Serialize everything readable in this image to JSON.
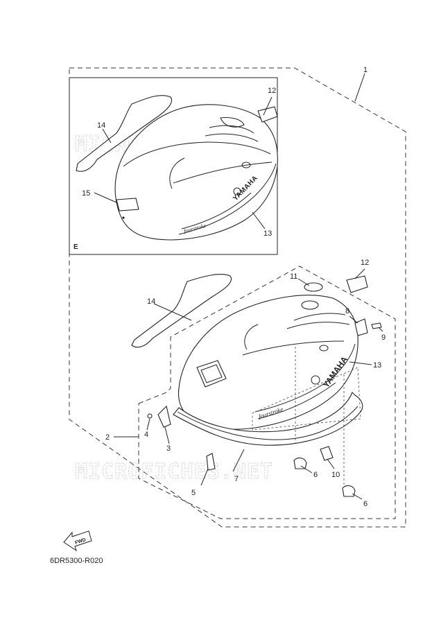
{
  "watermark": "MICROFICHES.NET",
  "inset_label": "E",
  "reference_code": "6DR5300-R020",
  "fwd_label": "FWD",
  "brand_decal_text": "YAMAHA",
  "stripe_decal_text": "fourstroke",
  "callouts": {
    "c1": "1",
    "c2": "2",
    "c3": "3",
    "c4": "4",
    "c5": "5",
    "c6a": "6",
    "c6b": "6",
    "c7": "7",
    "c8": "8",
    "c9": "9",
    "c10": "10",
    "c11": "11",
    "c12a": "12",
    "c12b": "12",
    "c13a": "13",
    "c13b": "13",
    "c14a": "14",
    "c14b": "14",
    "c15": "15"
  }
}
